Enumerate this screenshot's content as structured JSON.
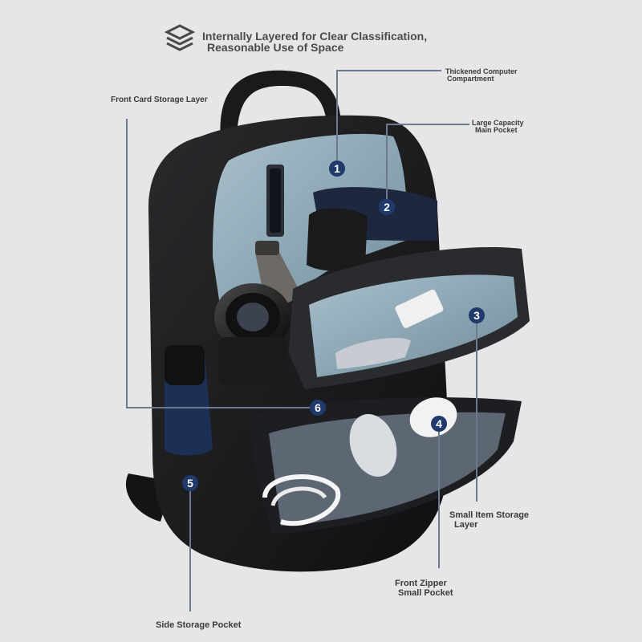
{
  "header": {
    "icon": "layers-icon",
    "line1": "Internally Layered for Clear Classification,",
    "line2": "Reasonable Use of Space"
  },
  "callouts": [
    {
      "id": "thickened-computer-compartment",
      "lines": [
        "Thickened Computer",
        "Compartment"
      ]
    },
    {
      "id": "large-capacity-main-pocket",
      "lines": [
        "Large Capacity",
        "Main Pocket"
      ]
    },
    {
      "id": "front-card-storage-layer",
      "lines": [
        "Front Card Storage Layer"
      ]
    },
    {
      "id": "small-item-storage-layer",
      "lines": [
        "Small Item Storage",
        "Layer"
      ]
    },
    {
      "id": "front-zipper-small-pocket",
      "lines": [
        "Front Zipper",
        "Small Pocket"
      ]
    },
    {
      "id": "side-storage-pocket",
      "lines": [
        "Side Storage Pocket"
      ]
    }
  ],
  "markers": [
    "1",
    "2",
    "3",
    "4",
    "5",
    "6"
  ],
  "colors": {
    "background": "#e6e6e6",
    "bag_black": "#1c1c1e",
    "lining_blue": "#8fa9b8",
    "marker_navy": "#1f3a6b",
    "line_color": "#6b7a8e",
    "text": "#3a3a3a"
  }
}
